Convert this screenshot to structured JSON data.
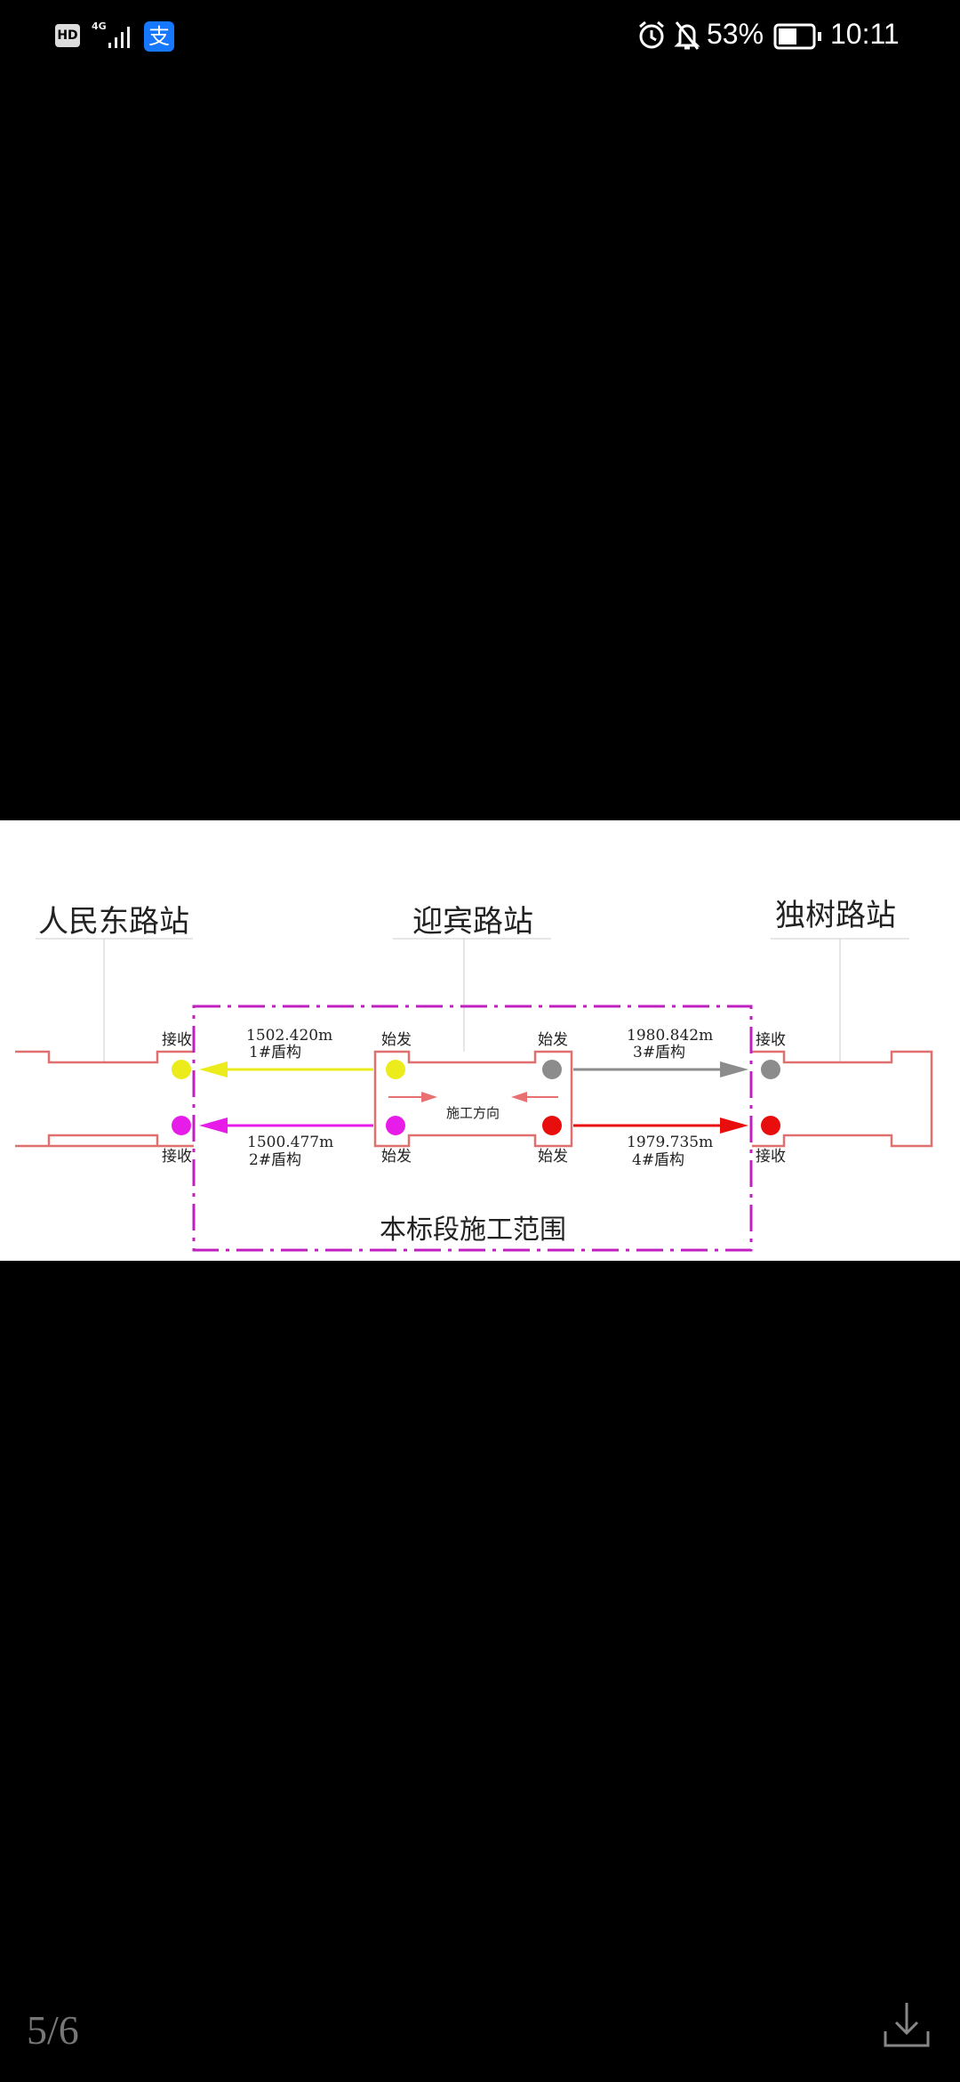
{
  "status_bar": {
    "hd": "HD",
    "network": "4G",
    "app_icon": "支",
    "battery": "53%",
    "time": "10:11",
    "icons": [
      "hd-icon",
      "signal-icon",
      "alipay-icon",
      "alarm-icon",
      "bell-off-icon",
      "battery-icon"
    ]
  },
  "diagram": {
    "stations": {
      "left": "人民东路站",
      "middle": "迎宾路站",
      "right": "独树路站"
    },
    "labels": {
      "receive": "接收",
      "launch": "始发",
      "direction": "施工方向",
      "scope": "本标段施工范围"
    },
    "shields": [
      {
        "length": "1502.420m",
        "name": "1#盾构",
        "color": "#ecec1c"
      },
      {
        "length": "1500.477m",
        "name": "2#盾构",
        "color": "#e81ce8"
      },
      {
        "length": "1980.842m",
        "name": "3#盾构",
        "color": "#8c8c8c"
      },
      {
        "length": "1979.735m",
        "name": "4#盾构",
        "color": "#e80e0e"
      }
    ],
    "colors": {
      "outline": "#e07070",
      "scope": "#c020c0"
    }
  },
  "viewer": {
    "page_counter": "5/6"
  }
}
